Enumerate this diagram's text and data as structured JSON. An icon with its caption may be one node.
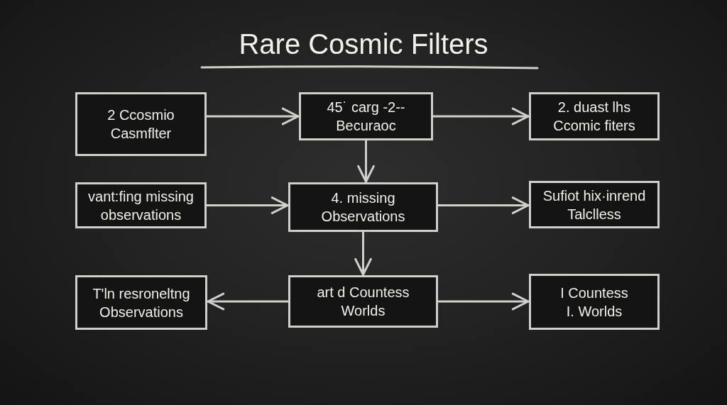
{
  "diagram": {
    "title": "Rare Cosmic Filters",
    "nodes": [
      {
        "text": [
          "2 Ccosmio Casmflter"
        ]
      },
      {
        "text": [
          "45˙ carg -2--Becuraoc"
        ]
      },
      {
        "text": [
          "2. duast lhs Ccomic fiters"
        ]
      },
      {
        "text": [
          "vant:fing missing observations"
        ]
      },
      {
        "text": [
          "4. missing Observations"
        ]
      },
      {
        "text": [
          "Sufiot hix·inrend Talclless"
        ]
      },
      {
        "text": [
          "T'ln resroneltng Observations"
        ]
      },
      {
        "text": [
          "art d Countess Worlds"
        ]
      },
      {
        "text": [
          "I Countess I. Worlds"
        ]
      }
    ],
    "edges": [
      {
        "from": 0,
        "to": 1,
        "arrow": "to"
      },
      {
        "from": 1,
        "to": 2,
        "arrow": "to"
      },
      {
        "from": 1,
        "to": 4,
        "arrow": "to"
      },
      {
        "from": 3,
        "to": 4,
        "arrow": "to"
      },
      {
        "from": 4,
        "to": 5,
        "arrow": "to"
      },
      {
        "from": 4,
        "to": 7,
        "arrow": "to"
      },
      {
        "from": 7,
        "to": 6,
        "arrow": "to"
      },
      {
        "from": 7,
        "to": 8,
        "arrow": "to"
      }
    ]
  }
}
